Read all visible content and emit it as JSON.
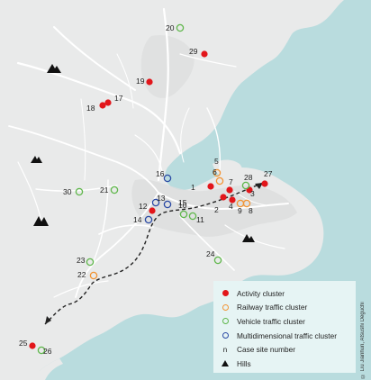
{
  "colors": {
    "water": "#b9dcde",
    "land": "#e9eaea",
    "road": "#ffffff",
    "activity": "#e2161b",
    "railway": "#f29433",
    "vehicle": "#5fb74b",
    "multidimensional": "#2a49a4",
    "hills": "#111111",
    "legend_bg": "#e6f4f4"
  },
  "credit": "© Liu Jianhun, Atsushi Deguchi",
  "legend": [
    {
      "key": "activity",
      "symbol": "filled-circle",
      "label": "Activity cluster"
    },
    {
      "key": "railway",
      "symbol": "ring",
      "label": "Railway traffic cluster"
    },
    {
      "key": "vehicle",
      "symbol": "ring",
      "label": "Vehicle traffic cluster"
    },
    {
      "key": "multidimensional",
      "symbol": "ring",
      "label": "Multidimensional traffic cluster"
    },
    {
      "key": "case",
      "symbol": "n",
      "label": "Case site number"
    },
    {
      "key": "hills",
      "symbol": "triangle",
      "label": "Hills"
    }
  ],
  "sites": [
    {
      "n": "1",
      "type": "activity"
    },
    {
      "n": "2",
      "type": "activity"
    },
    {
      "n": "3",
      "type": "activity"
    },
    {
      "n": "4",
      "type": "activity"
    },
    {
      "n": "5",
      "type": "railway"
    },
    {
      "n": "6",
      "type": "railway"
    },
    {
      "n": "7",
      "type": "activity"
    },
    {
      "n": "8",
      "type": "railway"
    },
    {
      "n": "9",
      "type": "railway"
    },
    {
      "n": "10",
      "type": "vehicle"
    },
    {
      "n": "11",
      "type": "vehicle"
    },
    {
      "n": "12",
      "type": "activity"
    },
    {
      "n": "13",
      "type": "multidimensional"
    },
    {
      "n": "14",
      "type": "multidimensional"
    },
    {
      "n": "15",
      "type": "multidimensional"
    },
    {
      "n": "16",
      "type": "multidimensional"
    },
    {
      "n": "17",
      "type": "activity"
    },
    {
      "n": "18",
      "type": "activity"
    },
    {
      "n": "19",
      "type": "activity"
    },
    {
      "n": "20",
      "type": "vehicle"
    },
    {
      "n": "21",
      "type": "vehicle"
    },
    {
      "n": "22",
      "type": "railway"
    },
    {
      "n": "23",
      "type": "vehicle"
    },
    {
      "n": "24",
      "type": "vehicle"
    },
    {
      "n": "25",
      "type": "activity"
    },
    {
      "n": "26",
      "type": "vehicle"
    },
    {
      "n": "27",
      "type": "activity"
    },
    {
      "n": "28",
      "type": "vehicle"
    },
    {
      "n": "29",
      "type": "activity"
    },
    {
      "n": "30",
      "type": "vehicle"
    }
  ]
}
